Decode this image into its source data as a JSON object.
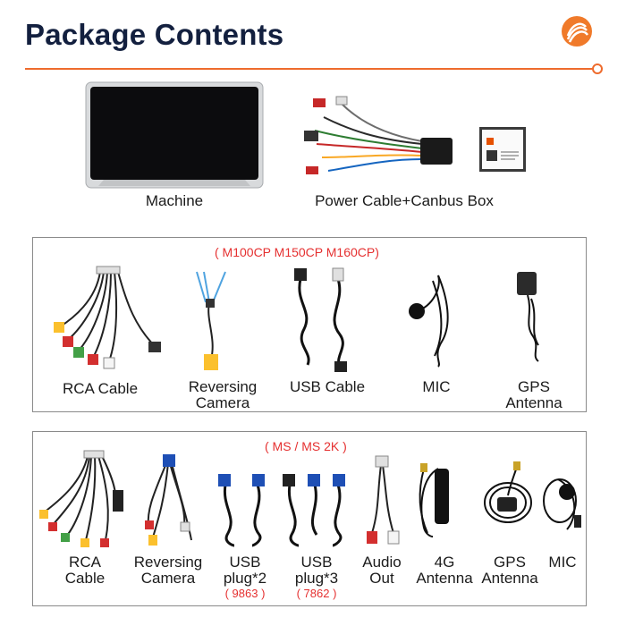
{
  "page": {
    "title": "Package Contents",
    "colors": {
      "accent": "#ee6b2d",
      "title": "#13203f",
      "note": "#e53030",
      "border": "#8a8a8a"
    },
    "logo_icon": "orange-coil-logo"
  },
  "top": {
    "items": [
      {
        "label": "Machine",
        "icon": "head-unit-screen-icon"
      },
      {
        "label": "Power Cable+Canbus Box",
        "icon": "power-harness-icon"
      }
    ]
  },
  "panel1": {
    "heading": "( M100CP M150CP M160CP)",
    "items": [
      {
        "label": "RCA Cable",
        "icon": "rca-cable-icon"
      },
      {
        "line1": "Reversing",
        "line2": "Camera",
        "icon": "reversing-camera-cable-icon"
      },
      {
        "label": "USB Cable",
        "icon": "usb-cable-icon"
      },
      {
        "label": "MIC",
        "icon": "microphone-icon"
      },
      {
        "line1": "GPS",
        "line2": "Antenna",
        "icon": "gps-antenna-icon"
      }
    ]
  },
  "panel2": {
    "heading": "( MS / MS 2K )",
    "items": [
      {
        "line1": "RCA",
        "line2": "Cable",
        "icon": "rca-cable-icon"
      },
      {
        "line1": "Reversing",
        "line2": "Camera",
        "icon": "reversing-camera-cable-icon"
      },
      {
        "line1": "USB",
        "line2": "plug*2",
        "note": "( 9863 )",
        "icon": "usb-plug-icon"
      },
      {
        "line1": "USB",
        "line2": "plug*3",
        "note": "( 7862 )",
        "icon": "usb-plug-icon"
      },
      {
        "line1": "Audio",
        "line2": "Out",
        "icon": "audio-out-cable-icon"
      },
      {
        "line1": "4G",
        "line2": "Antenna",
        "icon": "4g-antenna-icon"
      },
      {
        "line1": "GPS",
        "line2": "Antenna",
        "icon": "gps-antenna-icon"
      },
      {
        "label": "MIC",
        "icon": "microphone-icon"
      }
    ]
  }
}
